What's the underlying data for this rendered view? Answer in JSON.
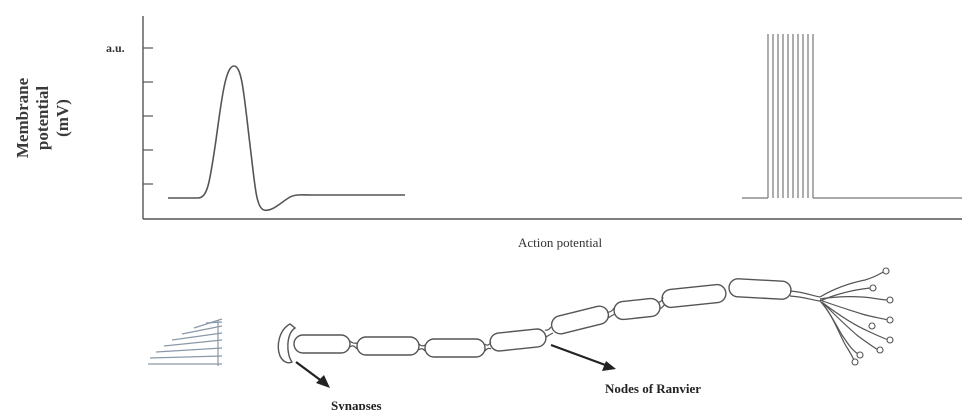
{
  "graph": {
    "y_axis_label": [
      "Membrane",
      "potential",
      "(mV)"
    ],
    "y_tick_top_label": "a.u.",
    "x_axis_label": "Action potential"
  },
  "neuron": {
    "synapses_label": "Synapses",
    "nodes_label": "Nodes of Ranvier"
  },
  "colors": {
    "stroke": "#555555",
    "text": "#333333",
    "spike_lines": "#777777"
  },
  "icons": [
    "synaptic-terminal-icon",
    "axon-terminal-branches-icon",
    "stimulus-lines-icon"
  ]
}
